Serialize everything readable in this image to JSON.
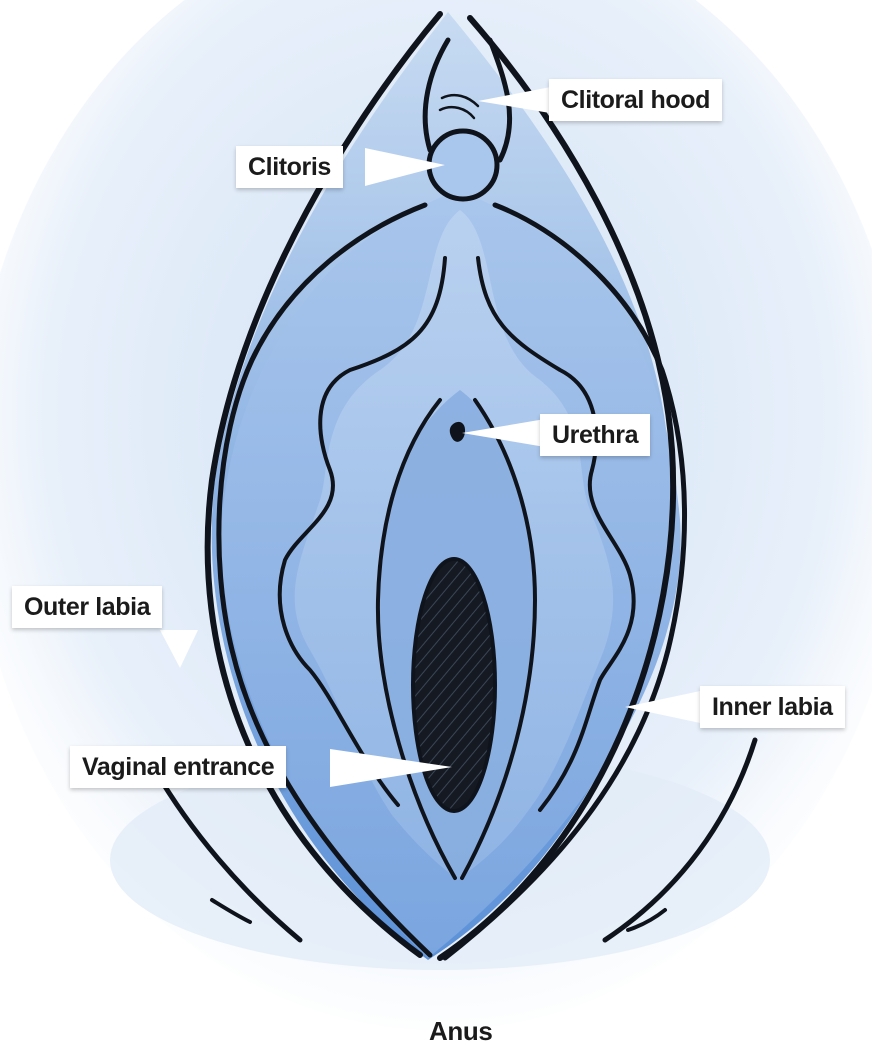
{
  "labels": {
    "clitoral_hood": "Clitoral hood",
    "clitoris": "Clitoris",
    "urethra": "Urethra",
    "outer_labia": "Outer labia",
    "inner_labia": "Inner labia",
    "vaginal_entrance": "Vaginal entrance",
    "anus": "Anus"
  },
  "colors": {
    "outline": "#0f141c",
    "blue_dark": "#5a8fd6",
    "blue_mid": "#86ade0",
    "blue_light": "#b4cdee",
    "blue_pale": "#dbe8f7",
    "opening_fill": "#151a22",
    "label_bg": "#ffffff"
  }
}
